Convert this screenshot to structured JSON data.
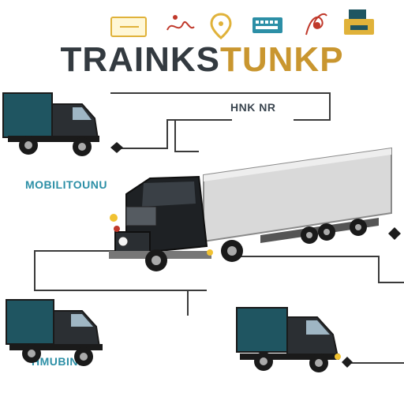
{
  "title": {
    "part1": "TRAINKS",
    "part2": "TUNKP"
  },
  "labels": {
    "top_right": "HNK NR",
    "left_middle": "MOBILITOUNU",
    "bottom_left": "HMUBINH"
  },
  "colors": {
    "accent_teal": "#2c8fa6",
    "accent_gold": "#c9962f",
    "dark": "#333a40",
    "line": "#3a3a3a",
    "cargo_teal": "#1f5561"
  },
  "top_icons": [
    "card-icon",
    "signature-icon",
    "map-pin-icon",
    "keyboard-icon",
    "scribble-icon",
    "printer-icon"
  ]
}
